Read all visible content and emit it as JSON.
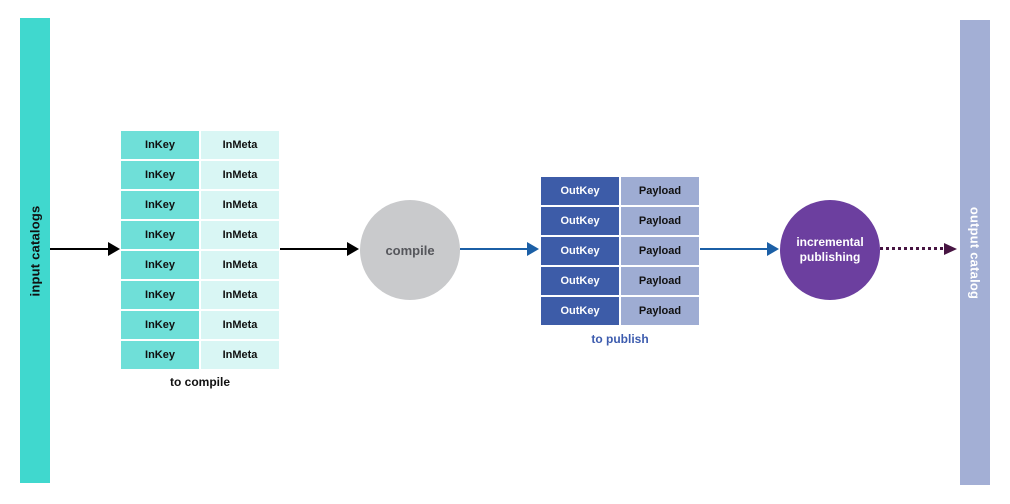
{
  "diagram": {
    "input_bar": {
      "label": "input catalogs",
      "color": "#40D8CE"
    },
    "output_bar": {
      "label": "output catalog",
      "color": "#A3AFD5"
    },
    "to_compile_table": {
      "caption": "to compile",
      "rows": [
        {
          "key": "InKey",
          "meta": "InMeta"
        },
        {
          "key": "InKey",
          "meta": "InMeta"
        },
        {
          "key": "InKey",
          "meta": "InMeta"
        },
        {
          "key": "InKey",
          "meta": "InMeta"
        },
        {
          "key": "InKey",
          "meta": "InMeta"
        },
        {
          "key": "InKey",
          "meta": "InMeta"
        },
        {
          "key": "InKey",
          "meta": "InMeta"
        },
        {
          "key": "InKey",
          "meta": "InMeta"
        }
      ],
      "key_cell_color": "#6FDFD8",
      "meta_cell_color": "#D9F6F4"
    },
    "compile_node": {
      "label": "compile",
      "color": "#C9CACC"
    },
    "to_publish_table": {
      "caption": "to publish",
      "rows": [
        {
          "key": "OutKey",
          "payload": "Payload"
        },
        {
          "key": "OutKey",
          "payload": "Payload"
        },
        {
          "key": "OutKey",
          "payload": "Payload"
        },
        {
          "key": "OutKey",
          "payload": "Payload"
        },
        {
          "key": "OutKey",
          "payload": "Payload"
        }
      ],
      "key_cell_color": "#3D5CA8",
      "payload_cell_color": "#9EACD3"
    },
    "publish_node": {
      "label": "incremental publishing",
      "color": "#6C3F9F"
    },
    "arrow_colors": {
      "solid_black": "#000000",
      "solid_blue": "#1B5FA6",
      "dotted_plum": "#471542"
    }
  }
}
